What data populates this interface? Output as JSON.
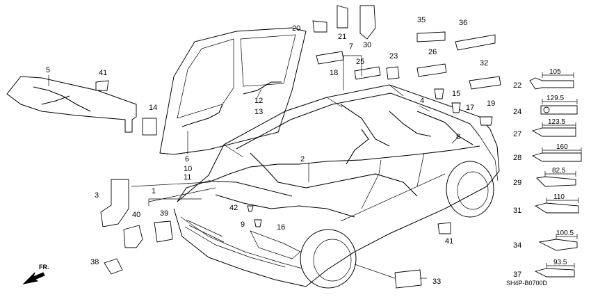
{
  "callouts": [
    "1",
    "2",
    "3",
    "4",
    "5",
    "6",
    "7",
    "8",
    "9",
    "10",
    "11",
    "12",
    "13",
    "14",
    "15",
    "16",
    "17",
    "18",
    "19",
    "20",
    "21",
    "22",
    "23",
    "24",
    "25",
    "26",
    "27",
    "28",
    "29",
    "30",
    "31",
    "32",
    "33",
    "34",
    "35",
    "36",
    "37",
    "38",
    "39",
    "40",
    "41",
    "41",
    "42"
  ],
  "dimensions": [
    "105",
    "129.5",
    "123.5",
    "160",
    "82.5",
    "110",
    "100.5",
    "93.5"
  ],
  "direction_label": "FR.",
  "diagram_code": "SH4P-B0700D"
}
